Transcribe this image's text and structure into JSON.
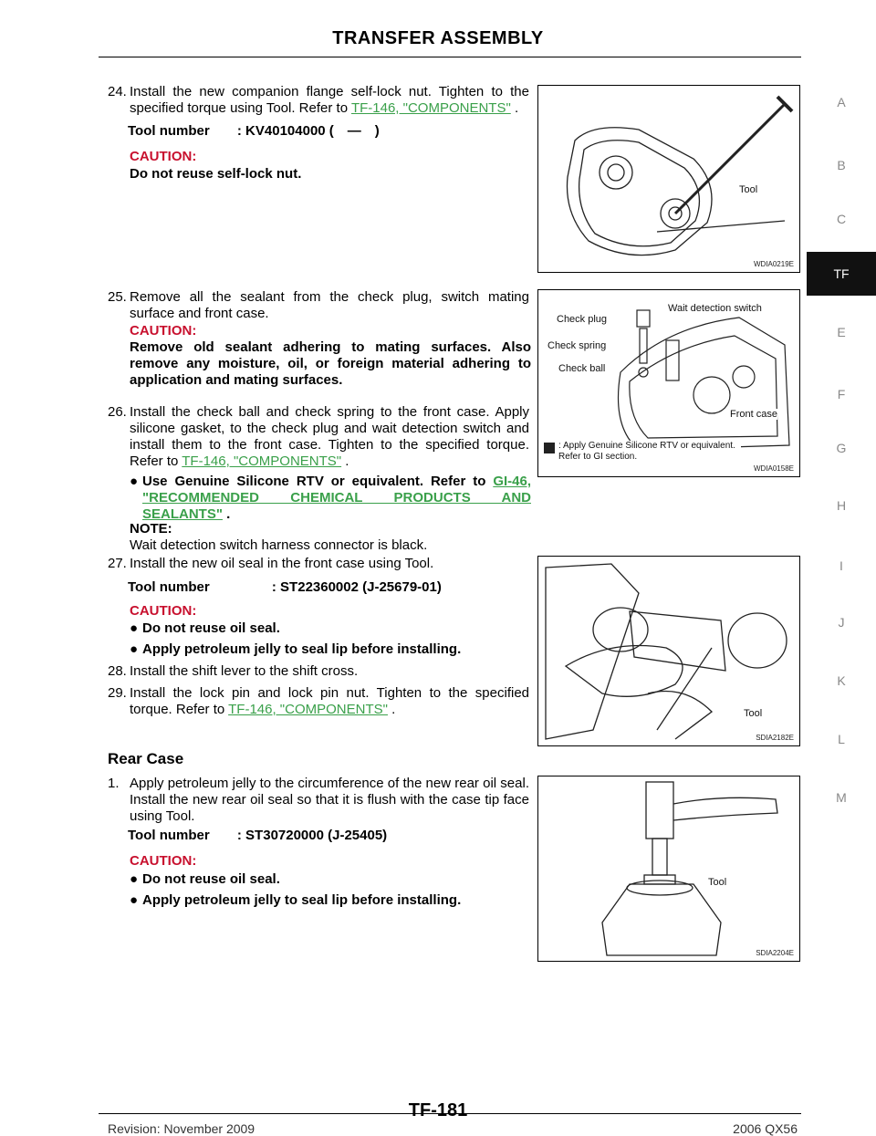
{
  "header": {
    "title": "TRANSFER ASSEMBLY"
  },
  "sidenav": {
    "items": [
      "A",
      "B",
      "C",
      "TF",
      "E",
      "F",
      "G",
      "H",
      "I",
      "J",
      "K",
      "L",
      "M"
    ],
    "active": "TF"
  },
  "steps": {
    "s24": {
      "num": "24.",
      "text": "Install the new companion flange self-lock nut. Tighten to the specified torque using Tool. Refer to ",
      "link": "TF-146, \"COMPONENTS\"",
      "tail": " .",
      "tool": {
        "label": "Tool number",
        "value": ": KV40104000 ( — )"
      },
      "caution_heading": "CAUTION:",
      "caution_text": "Do not reuse self-lock nut."
    },
    "s25": {
      "num": "25.",
      "text": "Remove all the sealant from the check plug, switch mating surface and front case.",
      "caution_heading": "CAUTION:",
      "caution_text": "Remove old sealant adhering to mating surfaces. Also remove any moisture, oil, or foreign material adhering to application and mating surfaces."
    },
    "s26": {
      "num": "26.",
      "text": "Install the check ball and check spring to the front case. Apply silicone gasket, to the check plug and wait detection switch and install them to the front case. Tighten to the specified torque. Refer to ",
      "link": "TF-146, \"COMPONENTS\"",
      "tail": " .",
      "bullet_text": "Use Genuine Silicone RTV or equivalent. Refer to ",
      "bullet_link": "GI-46, \"RECOMMENDED CHEMICAL PRODUCTS AND SEALANTS\"",
      "bullet_tail": " .",
      "note_heading": "NOTE:",
      "note_text": "Wait detection switch harness connector is black."
    },
    "s27": {
      "num": "27.",
      "text": "Install the new oil seal in the front case using Tool.",
      "tool": {
        "label": "Tool number",
        "value": ": ST22360002 (J-25679-01)"
      },
      "caution_heading": "CAUTION:",
      "bullets": [
        "Do not reuse oil seal.",
        "Apply petroleum jelly to seal lip before installing."
      ]
    },
    "s28": {
      "num": "28.",
      "text": "Install the shift lever to the shift cross."
    },
    "s29": {
      "num": "29.",
      "text": "Install the lock pin and lock pin nut. Tighten to the specified torque. Refer to ",
      "link": "TF-146, \"COMPONENTS\"",
      "tail": " ."
    }
  },
  "rear_case": {
    "heading": "Rear Case",
    "s1": {
      "num": "1.",
      "text": "Apply petroleum jelly to the circumference of the new rear oil seal. Install the new rear oil seal so that it is flush with the case tip face using Tool.",
      "tool": {
        "label": "Tool number",
        "value": ": ST30720000 (J-25405)"
      },
      "caution_heading": "CAUTION:",
      "bullets": [
        "Do not reuse oil seal.",
        "Apply petroleum jelly to seal lip before installing."
      ]
    }
  },
  "figures": {
    "f1": {
      "code": "WDIA0219E",
      "labels": {
        "tool": "Tool"
      }
    },
    "f2": {
      "code": "WDIA0158E",
      "labels": {
        "check_plug": "Check plug",
        "check_spring": "Check spring",
        "check_ball": "Check ball",
        "wait_switch": "Wait detection switch",
        "front_case": "Front case",
        "legend": ": Apply Genuine Silicone RTV or equivalent. Refer to GI section."
      }
    },
    "f3": {
      "code": "SDIA2182E",
      "labels": {
        "tool": "Tool"
      }
    },
    "f4": {
      "code": "SDIA2204E",
      "labels": {
        "tool": "Tool"
      }
    }
  },
  "footer": {
    "revision": "Revision: November 2009",
    "page_number": "TF-181",
    "model": "2006 QX56"
  }
}
